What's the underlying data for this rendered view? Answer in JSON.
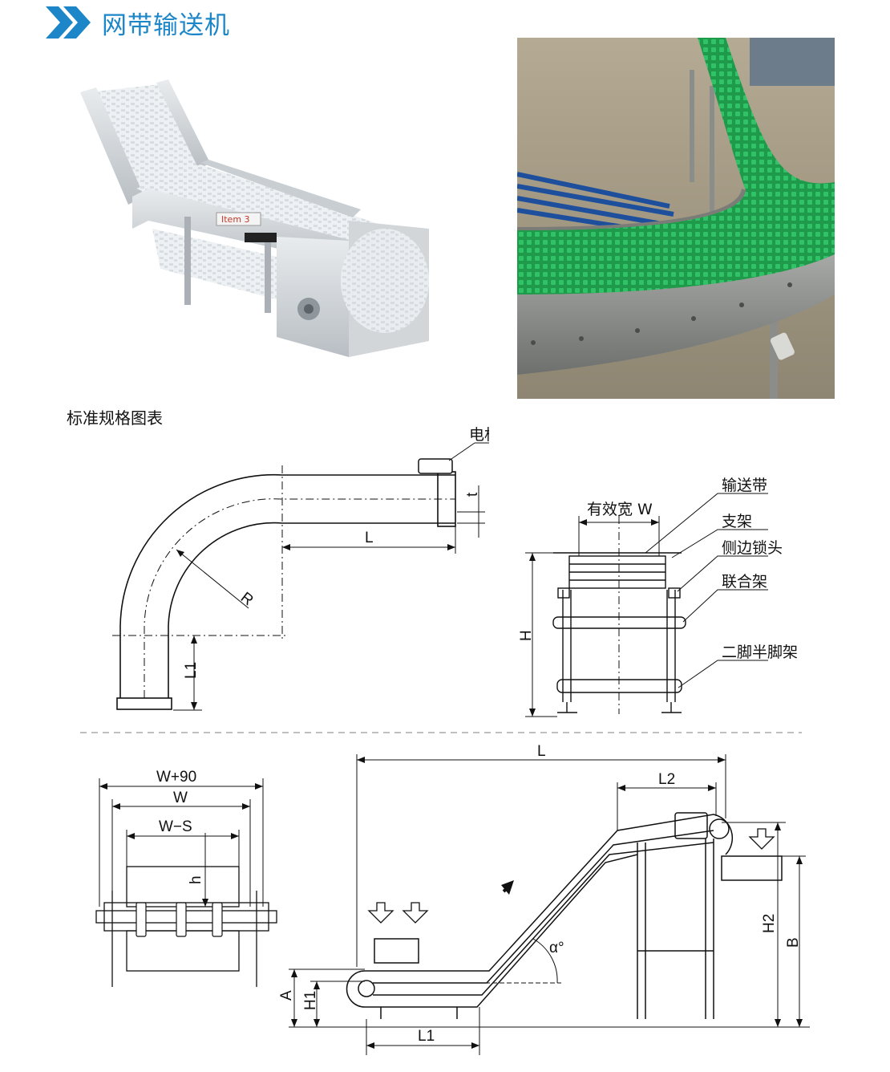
{
  "header": {
    "title": "网带输送机",
    "icon": "double-chevron-right-icon",
    "accent_color": "#1c86c9"
  },
  "photos": {
    "left_badge": "Item 3"
  },
  "section": {
    "title": "标准规格图表"
  },
  "drawing_top_left": {
    "motor_label": "电机",
    "dim_t": "t",
    "dim_L": "L",
    "dim_R": "R",
    "dim_L1": "L1"
  },
  "drawing_top_right": {
    "width_label": "有效宽 W",
    "dim_H": "H",
    "callouts": [
      "输送带",
      "支架",
      "侧边锁头",
      "联合架",
      "二脚半脚架"
    ]
  },
  "drawing_bottom_left": {
    "dim_outer": "W+90",
    "dim_W": "W",
    "dim_inner": "W−S",
    "dim_h": "h"
  },
  "drawing_bottom_right": {
    "dim_L": "L",
    "dim_L2": "L2",
    "dim_L1": "L1",
    "dim_A": "A",
    "dim_H1": "H1",
    "dim_H2": "H2",
    "dim_B": "B",
    "dim_angle": "α°"
  }
}
